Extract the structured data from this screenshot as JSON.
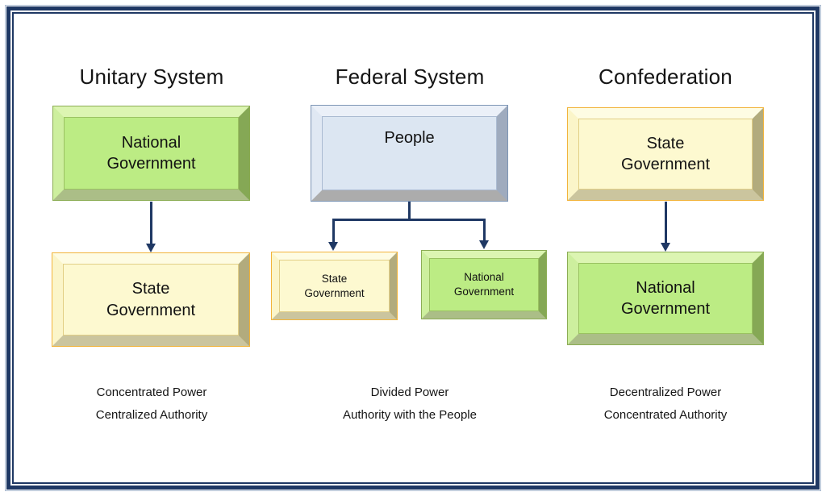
{
  "diagram": {
    "columns": [
      {
        "title": "Unitary System",
        "top_box": "National Government",
        "bottom_box": "State Government",
        "captions": [
          "Concentrated Power",
          "Centralized Authority"
        ]
      },
      {
        "title": "Federal System",
        "top_box": "People",
        "left_box": "State Government",
        "right_box": "National Government",
        "captions": [
          "Divided Power",
          "Authority with the People"
        ]
      },
      {
        "title": "Confederation",
        "top_box": "State Government",
        "bottom_box": "National Government",
        "captions": [
          "Decentralized Power",
          "Concentrated Authority"
        ]
      }
    ],
    "colors": {
      "frame_navy": "#1f3864",
      "frame_light_blue": "#a9bacf",
      "arrow": "#1f3864",
      "green_box_face": "#bcec84",
      "green_box_edge": "#8cad55",
      "yellow_box_face": "#fdf9d0",
      "yellow_box_edge": "#f2b43c",
      "blue_box_face": "#dce6f2",
      "blue_box_edge": "#7e96b6",
      "text": "#111111"
    }
  }
}
